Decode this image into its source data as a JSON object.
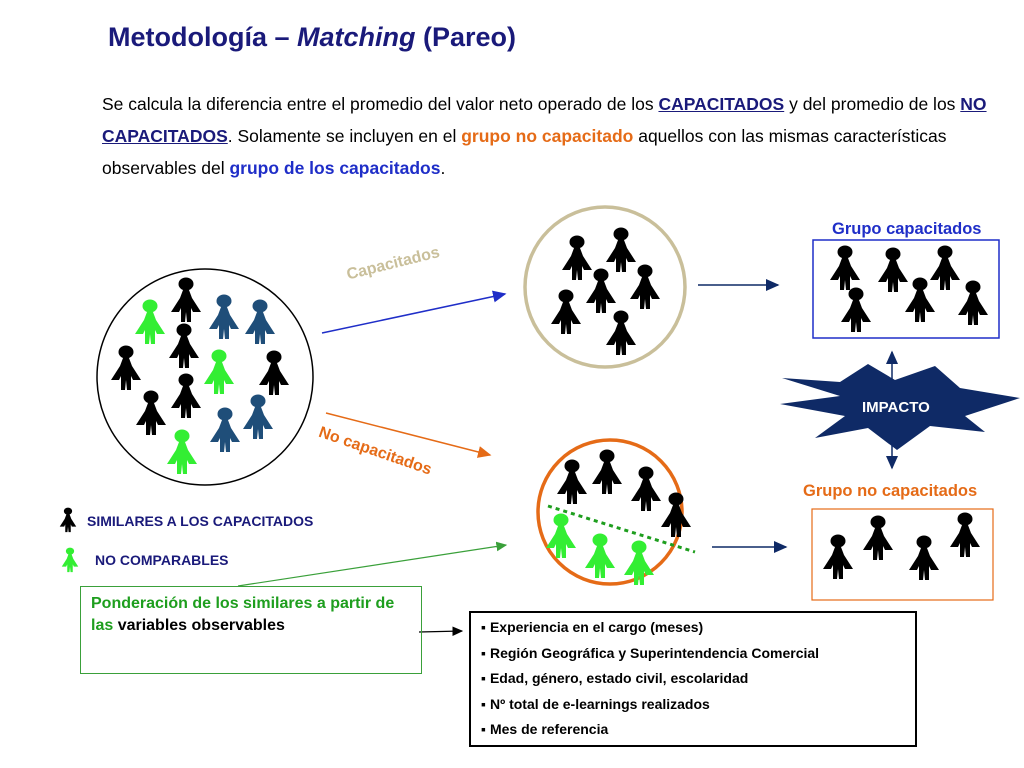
{
  "title": {
    "main": "Metodología – ",
    "italic": "Matching",
    "rest": " (Pareo)"
  },
  "intro": {
    "p1": "Se calcula la diferencia entre el promedio del valor neto operado de los ",
    "k1": "CAPACITADOS",
    "p2": " y del promedio de los ",
    "k2": "NO CAPACITADOS",
    "p3": ". Solamente se incluyen en el ",
    "k3": "grupo no capacitado",
    "p4": " aquellos con las mismas características observables del ",
    "k4": "grupo de los capacitados",
    "p5": "."
  },
  "diagram": {
    "label_capacitados": "Capacitados",
    "label_no_capacitados": "No capacitados",
    "group_capacitados": "Grupo capacitados",
    "group_no_capacitados": "Grupo no capacitados",
    "impact": "IMPACTO",
    "colors": {
      "black": "#000000",
      "blue": "#1f4e79",
      "green": "#33ee33",
      "orange": "#e56b17",
      "navy": "#0f2a66",
      "tan": "#c9bf9a"
    }
  },
  "legend": {
    "similar": "SIMILARES A LOS CAPACITADOS",
    "not_comparable": "NO COMPARABLES"
  },
  "weighting": {
    "green_text": "Ponderación de los similares a partir de las ",
    "black_text": "variables observables"
  },
  "variables": [
    "Experiencia en el cargo (meses)",
    "Región Geográfica y Superintendencia Comercial",
    "Edad, género, estado civil, escolaridad",
    "Nº total de e-learnings realizados",
    "Mes de referencia"
  ]
}
